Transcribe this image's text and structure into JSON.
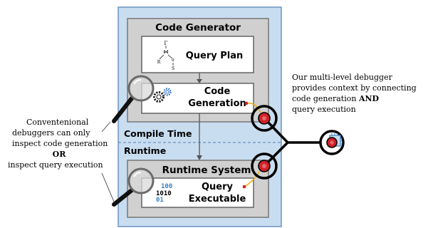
{
  "diagram": {
    "code_generator": {
      "title": "Code Generator"
    },
    "query_plan": {
      "label": "Query Plan",
      "plan_symbols": [
        "Γ",
        "⋈",
        "R",
        "σ",
        "S"
      ]
    },
    "code_generation": {
      "line1": "Code",
      "line2": "Generation"
    },
    "phases": {
      "compile_time": "Compile Time",
      "runtime": "Runtime"
    },
    "runtime_system": {
      "title": "Runtime System"
    },
    "query_executable": {
      "line1": "Query",
      "line2": "Executable",
      "binary": [
        "100",
        "1010",
        "01"
      ]
    },
    "left_note": {
      "lines": [
        "Conventenional",
        "debuggers can only",
        "inspect code generation",
        "OR",
        "inspect query execution"
      ]
    },
    "right_note": {
      "lines": [
        "Our multi-level debugger",
        "provides context by connecting",
        "code generation",
        "query execution"
      ],
      "emphasis": "AND"
    },
    "colors": {
      "panel_blue": "#c9ddf0",
      "panel_border": "#4f7fb4",
      "box_grey": "#cfcfcf",
      "lens_red": "#d2202a",
      "link_yellow": "#e8b21a",
      "binary_blue": "#3a7dc0"
    },
    "icons": [
      "magnifier-icon",
      "gear-icon",
      "cpu-icon",
      "query-plan-tree-icon",
      "binary-icon"
    ]
  }
}
